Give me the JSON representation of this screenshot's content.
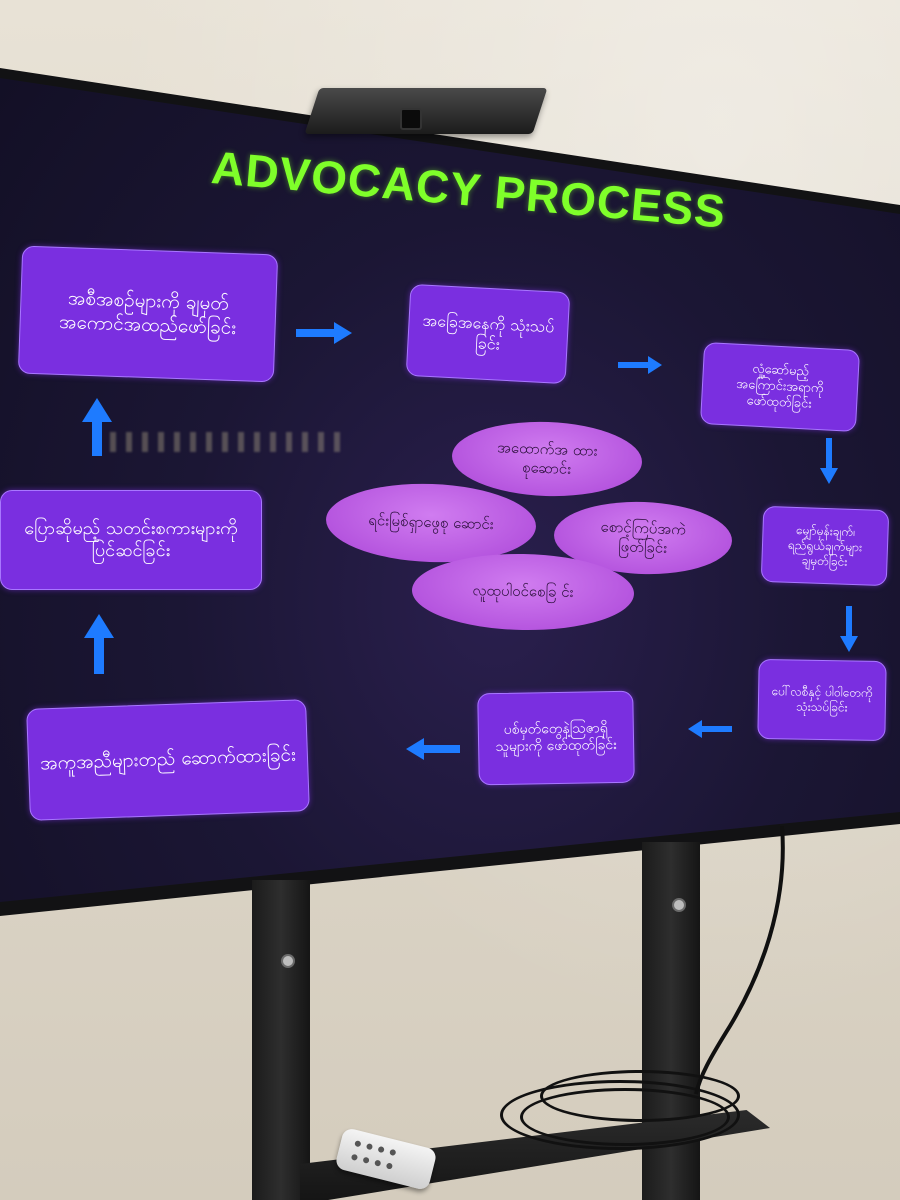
{
  "diagram": {
    "title": "ADVOCACY PROCESS",
    "steps": [
      "အစီအစဉ်များကို ချမှတ်အကောင်အထည်ဖော်ခြင်း",
      "အခြေအနေကို သုံးသပ်ခြင်း",
      "လှုံ့ဆော်မည့် အကြောင်းအရာကို ဖော်ထုတ်ခြင်း",
      "မျှော်မှန်းချက်၊ ရည်ရွယ်ချက်များ ချမှတ်ခြင်း",
      "ပေါ်လစီနှင့် ပါဝါတေကို သုံးသပ်ခြင်း",
      "ပစ်မှတ်တွေနဲ့ဩဇာရှိသူများကို ဖော်ထုတ်ခြင်း",
      "အကူအညီများတည် ဆောက်ထားခြင်း",
      "ပြောဆိုမည့် သတင်းစကားများကို ပြင်ဆင်ခြင်း"
    ],
    "center_items": [
      "အထောက်အ ထားစုဆောင်း",
      "ရင်းမြစ်ရှာဖွေစု ဆောင်း",
      "စောင့်ကြပ်အကဲ ဖြတ်ခြင်း",
      "လူထုပါဝင်စေခြ င်း"
    ],
    "colors": {
      "title": "#7fff2a",
      "box_fill": "#7a2fe0",
      "ellipse_fill": "#c06ae8",
      "arrow": "#1e7bff",
      "screen": "#1b1634"
    }
  }
}
